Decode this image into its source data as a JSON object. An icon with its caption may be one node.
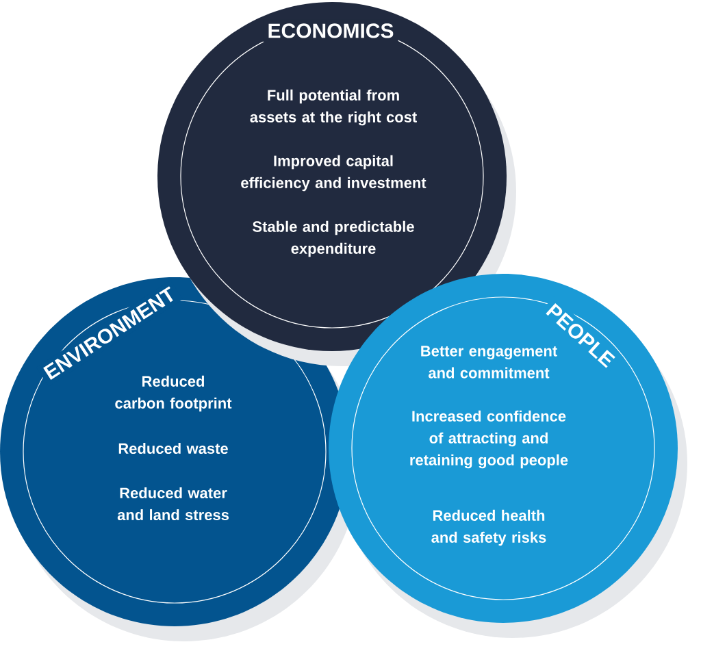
{
  "diagram": {
    "nodes": [
      {
        "text": [
          "ECONOMICS",
          "Full potential from assets at the right cost",
          "Improved capital efficiency and investment",
          "Stable and predictable expenditure"
        ]
      },
      {
        "text": [
          "ENVIRONMENT",
          "Reduced carbon footprint",
          "Reduced waste",
          "Reduced water and land stress"
        ]
      },
      {
        "text": [
          "PEOPLE",
          "Better engagement and commitment",
          "Increased confidence of attracting and retaining good people",
          "Reduced health and safety risks"
        ]
      }
    ]
  }
}
